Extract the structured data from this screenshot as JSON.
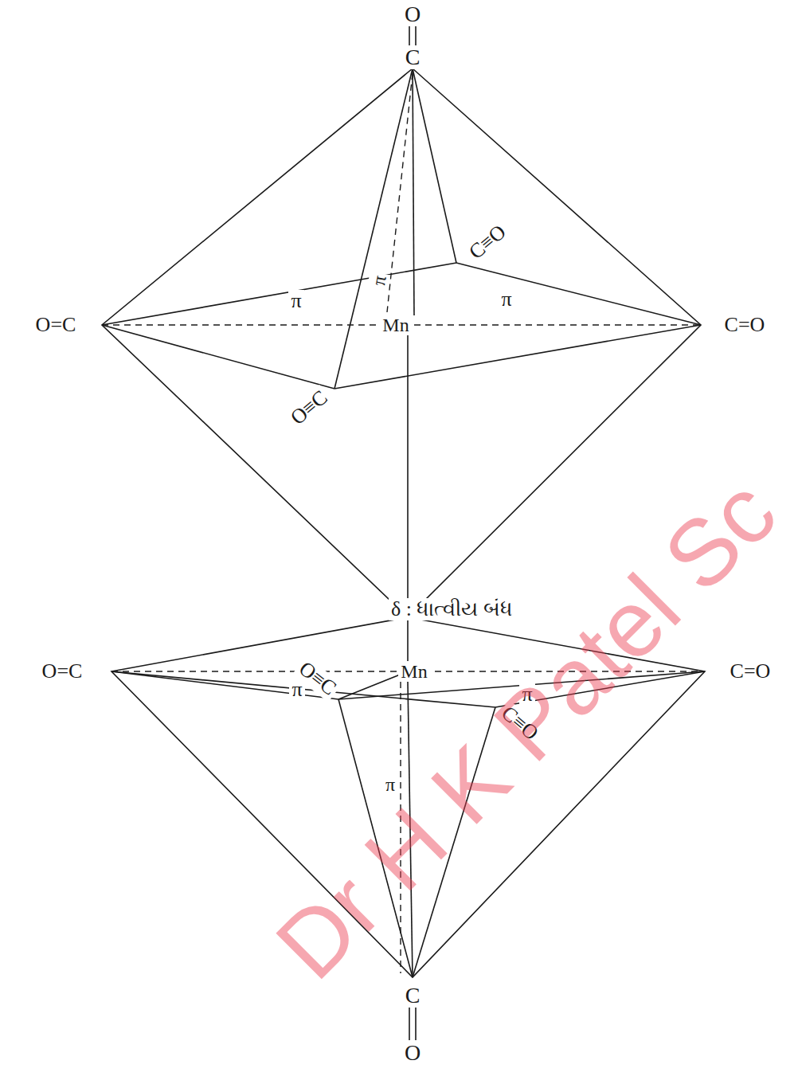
{
  "diagram": {
    "labels": [
      "O",
      "C",
      "C≡O",
      "π",
      "O=C",
      "π",
      "Mn",
      "π",
      "C=O",
      "O≡C",
      "δ : ધાત્વીય બંધ",
      "O≡C",
      "O=C",
      "Mn",
      "π",
      "C=O",
      "π",
      "C≡O",
      "π",
      "C",
      "O",
      "Dr H K Patel Sc"
    ]
  }
}
